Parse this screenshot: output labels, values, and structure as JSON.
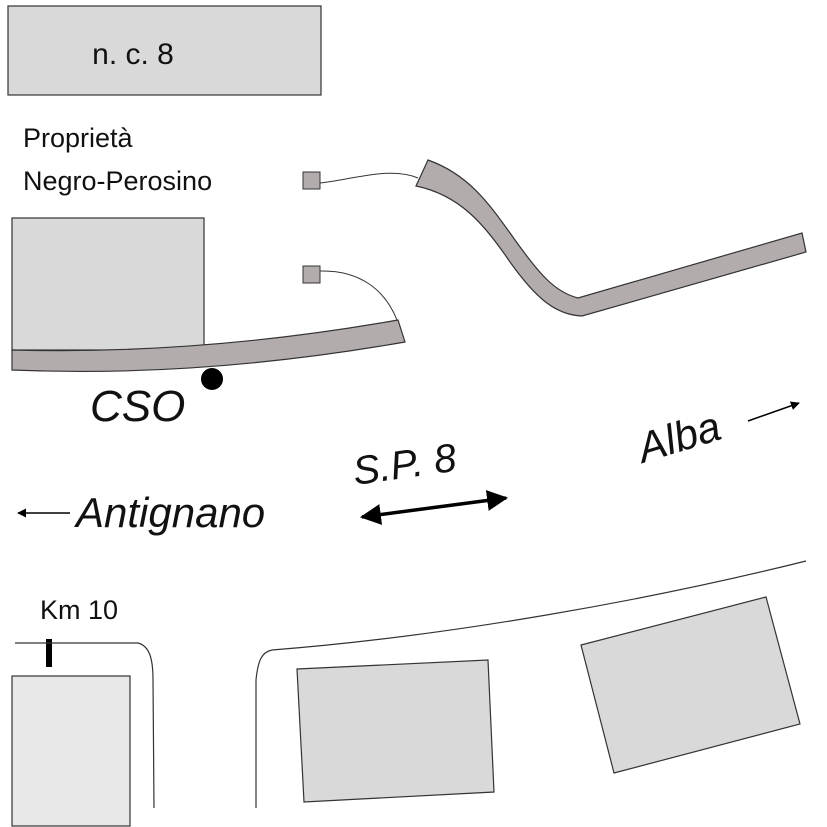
{
  "labels": {
    "parcel": "n. c. 8",
    "property_line1": "Proprietà",
    "property_line2": "Negro-Perosino",
    "site": "CSO",
    "road": "S.P. 8",
    "direction_west": "Antignano",
    "direction_east": "Alba",
    "kilometer_marker": "Km 10"
  },
  "colors": {
    "building_fill": "#d9d9d9",
    "building_fill_light": "#e8e8e8",
    "strip_fill": "#b3acac",
    "stroke": "#333333",
    "text": "#111111",
    "marker": "#000000"
  }
}
